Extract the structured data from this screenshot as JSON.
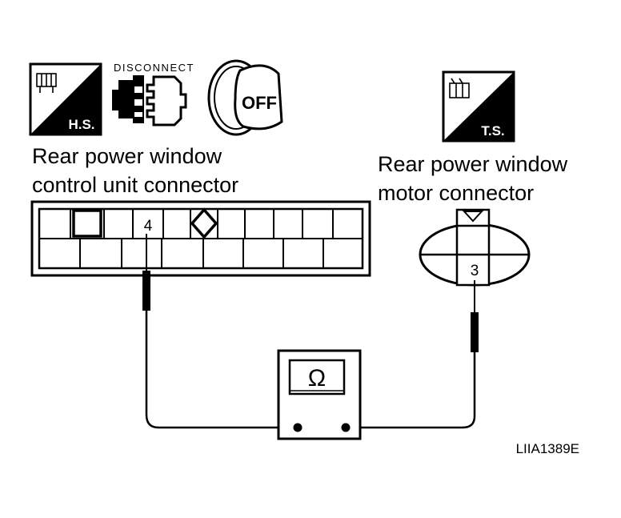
{
  "icons": {
    "hs_label": "H.S.",
    "disconnect_label": "DISCONNECT",
    "off_label": "OFF",
    "ts_label": "T.S."
  },
  "labels": {
    "control_unit_line1": "Rear power window",
    "control_unit_line2": "control unit connector",
    "motor_line1": "Rear power window",
    "motor_line2": "motor connector"
  },
  "pins": {
    "control_unit_pin": "4",
    "motor_pin": "3"
  },
  "meter": {
    "display": "Ω"
  },
  "figure_code": "LIIA1389E"
}
